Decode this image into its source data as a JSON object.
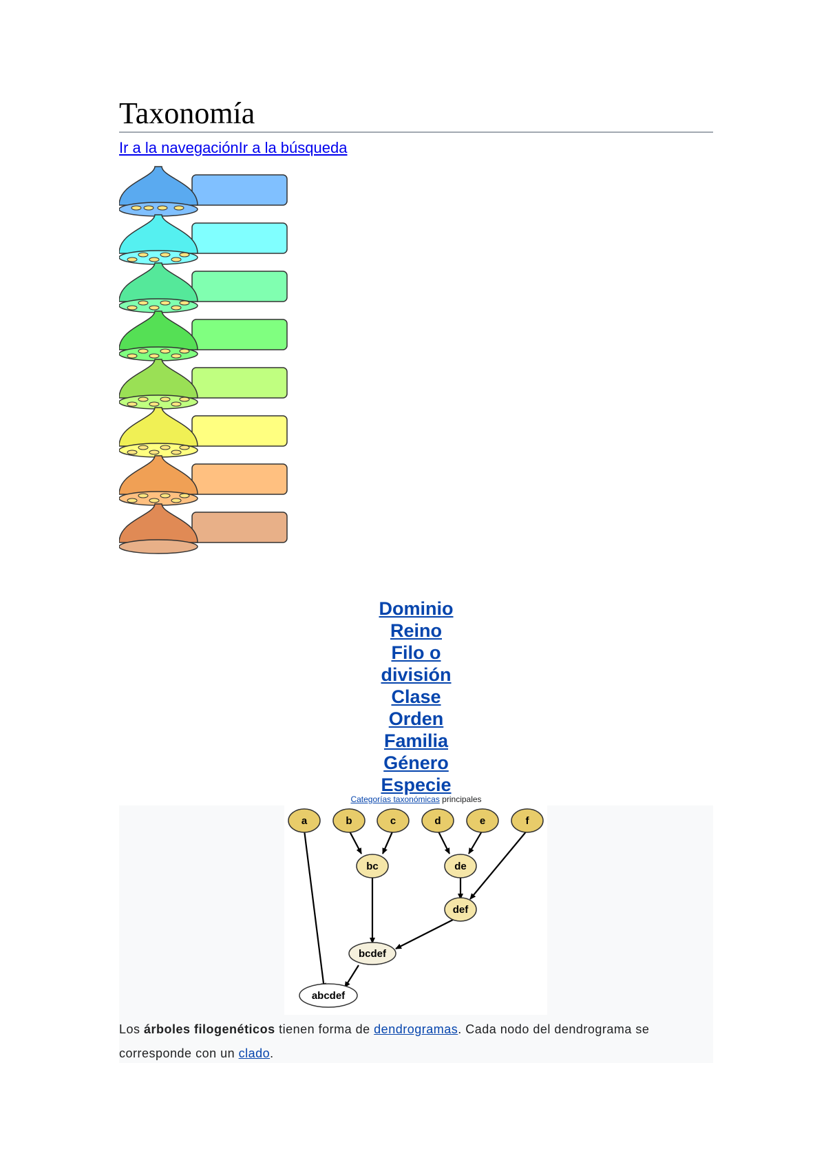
{
  "page": {
    "title": "Taxonomía",
    "jump_nav": "Ir a la navegación",
    "jump_search": "Ir a la búsqueda"
  },
  "pyramid": {
    "level_colors": [
      "#5aaaf0",
      "#55f0f0",
      "#55e89a",
      "#55e055",
      "#9ae055",
      "#f0f055",
      "#f0a055",
      "#e08a55"
    ],
    "box_colors": [
      "#80c0ff",
      "#80ffff",
      "#80ffb0",
      "#80ff80",
      "#c0ff80",
      "#ffff80",
      "#ffc080",
      "#e8b088"
    ]
  },
  "ranks": [
    "Dominio",
    "Reino",
    "Filo o",
    "división",
    "Clase",
    "Orden",
    "Familia",
    "Género",
    "Especie"
  ],
  "caption": {
    "link": "Categorías taxonómicas",
    "rest": " principales"
  },
  "tree": {
    "leaves": [
      "a",
      "b",
      "c",
      "d",
      "e",
      "f"
    ],
    "internal": [
      "bc",
      "de",
      "def",
      "bcdef",
      "abcdef"
    ]
  },
  "paragraph": {
    "t1": "Los ",
    "bold": "árboles filogenéticos",
    "t2": " tienen forma de ",
    "link1": "dendrogramas",
    "t3": ". Cada nodo del dendrograma se corresponde con un ",
    "link2": "clado",
    "t4": "."
  }
}
